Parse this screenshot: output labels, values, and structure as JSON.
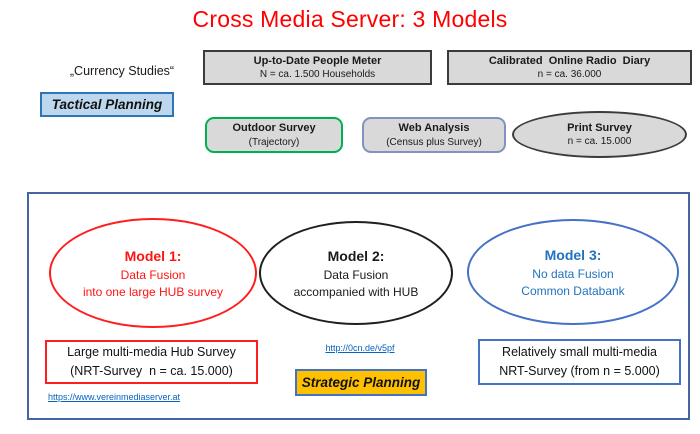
{
  "title": "Cross Media Server: 3 Models",
  "colors": {
    "title_red": "#ff0000",
    "box_gray_fill": "#d9d9d9",
    "green_border": "#00b050",
    "blue_accent": "#4472c4",
    "outer_box_border": "#4565a0",
    "tactical_fill": "#bdd7ee",
    "strategic_fill": "#ffc000",
    "link_blue": "#0563c1",
    "model1_red": "#ff1414",
    "model3_blue": "#2173be"
  },
  "header": {
    "currency_studies": "„Currency Studies“",
    "tactical_planning": "Tactical  Planning",
    "strategic_planning": "Strategic Planning"
  },
  "sources": {
    "people_meter": {
      "title": "Up-to-Date People Meter",
      "subtitle": "N = ca. 1.500 Households"
    },
    "radio_diary": {
      "title": "Calibrated  Online Radio  Diary",
      "subtitle": "n = ca. 36.000"
    },
    "outdoor_survey": {
      "title": "Outdoor Survey",
      "subtitle": "(Trajectory)"
    },
    "web_analysis": {
      "title": "Web Analysis",
      "subtitle": "(Census plus Survey)"
    },
    "print_survey": {
      "title": "Print Survey",
      "subtitle": "n = ca. 15.000"
    }
  },
  "models": {
    "model1": {
      "title": "Model 1:",
      "line1": "Data Fusion",
      "line2": "into one large HUB survey"
    },
    "model2": {
      "title": "Model 2:",
      "line1": "Data Fusion",
      "line2": "accompanied with HUB"
    },
    "model3": {
      "title": "Model 3:",
      "line1": "No data Fusion",
      "line2": "Common Databank"
    }
  },
  "footers": {
    "model1_box": {
      "line1": "Large multi-media Hub Survey",
      "line2": "(NRT-Survey  n = ca. 15.000)"
    },
    "model1_link": "https://www.vereinmediaserver.at",
    "model2_link": "http://0cn.de/v5pf",
    "model3_box": {
      "line1": "Relatively small multi-media",
      "line2": "NRT-Survey (from n = 5.000)"
    }
  }
}
